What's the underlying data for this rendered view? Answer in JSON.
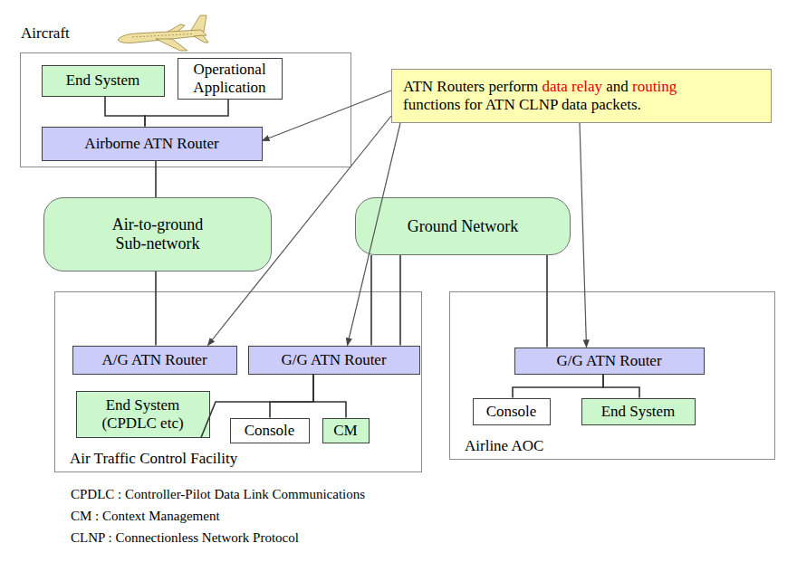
{
  "diagram": {
    "nodes": [
      {
        "text": [
          "Aircraft"
        ]
      },
      {
        "text": [
          "End System"
        ],
        "in": 0
      },
      {
        "text": [
          "Operational Application"
        ],
        "in": 0
      },
      {
        "text": [
          "Airborne ATN Router"
        ],
        "in": 0
      },
      {
        "text": [
          "ATN Routers perform data relay and routing functions for ATN CLNP data packets."
        ]
      },
      {
        "text": [
          "Air-to-ground Sub-network"
        ]
      },
      {
        "text": [
          "Ground Network"
        ]
      },
      {
        "text": [
          "Air Traffic Control Facility"
        ]
      },
      {
        "text": [
          "A/G ATN Router"
        ],
        "in": 7
      },
      {
        "text": [
          "G/G ATN Router"
        ],
        "in": 7
      },
      {
        "text": [
          "End System (CPDLC etc)"
        ],
        "in": 7
      },
      {
        "text": [
          "Console"
        ],
        "in": 7
      },
      {
        "text": [
          "CM"
        ],
        "in": 7
      },
      {
        "text": [
          "Airline AOC"
        ]
      },
      {
        "text": [
          "G/G ATN Router"
        ],
        "in": 13
      },
      {
        "text": [
          "Console"
        ],
        "in": 13
      },
      {
        "text": [
          "End System"
        ],
        "in": 13
      }
    ],
    "edges": [
      {
        "from": 3,
        "to": 1,
        "arrow": "none"
      },
      {
        "from": 3,
        "to": 2,
        "arrow": "none"
      },
      {
        "from": 3,
        "to": 5,
        "arrow": "none"
      },
      {
        "from": 5,
        "to": 8,
        "arrow": "none"
      },
      {
        "from": 6,
        "to": 9,
        "arrow": "none"
      },
      {
        "from": 6,
        "to": 9,
        "arrow": "none"
      },
      {
        "from": 6,
        "to": 14,
        "arrow": "none"
      },
      {
        "from": 9,
        "to": 10,
        "arrow": "none"
      },
      {
        "from": 9,
        "to": 11,
        "arrow": "none"
      },
      {
        "from": 9,
        "to": 12,
        "arrow": "none"
      },
      {
        "from": 14,
        "to": 15,
        "arrow": "none"
      },
      {
        "from": 14,
        "to": 16,
        "arrow": "none"
      },
      {
        "from": 4,
        "to": 3,
        "arrow": "to"
      },
      {
        "from": 4,
        "to": 8,
        "arrow": "to"
      },
      {
        "from": 4,
        "to": 9,
        "arrow": "to"
      },
      {
        "from": 4,
        "to": 14,
        "arrow": "to"
      }
    ],
    "labels": [
      "CPDLC : Controller-Pilot Data Link Communications",
      "CM : Context Management",
      "CLNP : Connectionless Network Protocol"
    ]
  }
}
